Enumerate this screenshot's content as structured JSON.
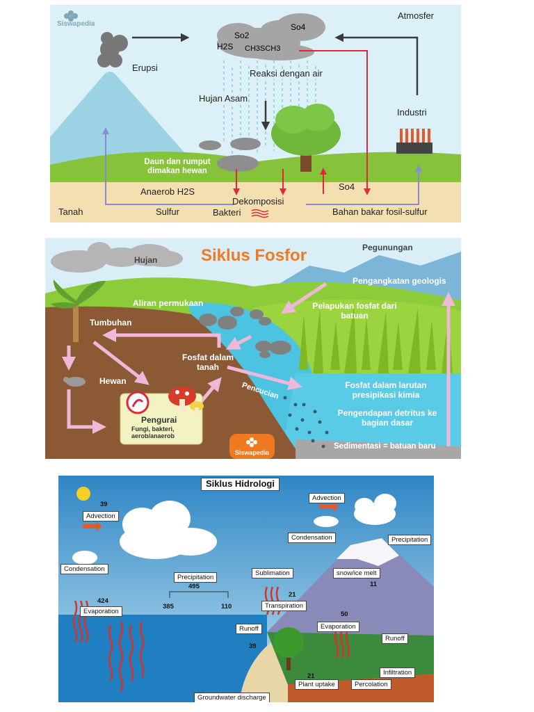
{
  "colors": {
    "sky_light": "#d9eef7",
    "grass": "#86c23a",
    "soil": "#f3dfb0",
    "brown_soil": "#8b5a35",
    "water": "#4cc3e0",
    "title_orange": "#f07a22",
    "pink_arrow": "#f0b8d8",
    "red_arrow": "#e0283a",
    "purple_arrow": "#8a88d8"
  },
  "sulfur": {
    "brand": "Siswapedia",
    "atmosfer": "Atmosfer",
    "erupsi": "Erupsi",
    "so2": "So2",
    "so4_top": "So4",
    "h2s": "H2S",
    "ch3sch3": "CH3SCH3",
    "reaksi": "Reaksi dengan air",
    "hujan_asam": "Hujan Asam",
    "industri": "Industri",
    "daun": "Daun dan rumput dimakan hewan",
    "anaerob": "Anaerob H2S",
    "dekomposisi": "Dekomposisi",
    "so4_ground": "So4",
    "tanah": "Tanah",
    "sulfur": "Sulfur",
    "bakteri": "Bakteri",
    "bahan_bakar": "Bahan bakar fosil-sulfur"
  },
  "fosfor": {
    "title": "Siklus Fosfor",
    "hujan": "Hujan",
    "pegunungan": "Pegunungan",
    "pengangkatan": "Pengangkatan geologis",
    "aliran": "Aliran permukaan",
    "pelapukan": "Pelapukan fosfat dari batuan",
    "tumbuhan": "Tumbuhan",
    "fosfat_tanah": "Fosfat dalam tanah",
    "hewan": "Hewan",
    "pencucian": "Pencucian",
    "larutan": "Fosfat dalam larutan presipikasi kimia",
    "pengendapan": "Pengendapan detritus ke bagian dasar",
    "pengurai_title": "Pengurai",
    "pengurai_sub": "Fungi, bakteri, aerob/anaerob",
    "sedimentasi": "Sedimentasi = batuan baru",
    "brand": "Siswapedia"
  },
  "hidrologi": {
    "title": "Siklus Hidrologi",
    "n39_top": "39",
    "advection_left": "Advection",
    "condensation_left": "Condensation",
    "n424": "424",
    "evaporation_left": "Evaporation",
    "precipitation_mid": "Precipitation",
    "n495": "495",
    "n385": "385",
    "n110": "110",
    "sublimation": "Sublimation",
    "advection_right": "Advection",
    "condensation_right": "Condensation",
    "precipitation_right": "Precipitation",
    "snow_melt": "snow/ice melt",
    "n11": "11",
    "n21_top": "21",
    "transpiration": "Transpiration",
    "n50": "50",
    "runoff_left": "Runoff",
    "evaporation_right": "Evaporation",
    "runoff_right": "Runoff",
    "n39_runoff": "39",
    "infiltration": "Infiltration",
    "n21_bottom": "21",
    "plant_uptake": "Plant uptake",
    "percolation": "Percolation",
    "groundwater": "Groundwater discharge"
  }
}
